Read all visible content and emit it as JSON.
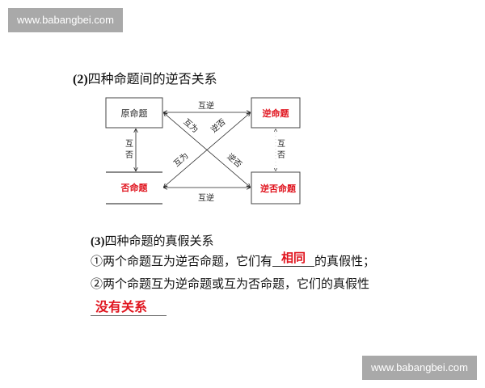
{
  "watermarks": {
    "top": "www.babangbei.com",
    "bottom": "www.babangbei.com"
  },
  "section2": {
    "number": "(2)",
    "title": "四种命题间的逆否关系"
  },
  "diagram": {
    "boxes": {
      "original": "原命题",
      "converse": "逆命题",
      "inverse": "否命题",
      "contrapositive": "逆否命题"
    },
    "edges": {
      "top": "互逆",
      "bottom": "互逆",
      "left": [
        "互",
        "否"
      ],
      "right": [
        "互",
        "否"
      ],
      "diag_upper_left": "互为",
      "diag_upper_right": "逆否",
      "diag_lower_left": "互为",
      "diag_lower_right": "逆否"
    },
    "colors": {
      "red_label": "#e0141e",
      "black_label": "#222222"
    }
  },
  "section3": {
    "number": "(3)",
    "title": "四种命题的真假关系",
    "item1": {
      "prefix": "①两个命题互为逆否命题，它们有",
      "answer": "相同",
      "suffix": "的真假性；"
    },
    "item2": {
      "text": "②两个命题互为逆命题或互为否命题，它们的真假性",
      "answer": "没有关系"
    }
  }
}
